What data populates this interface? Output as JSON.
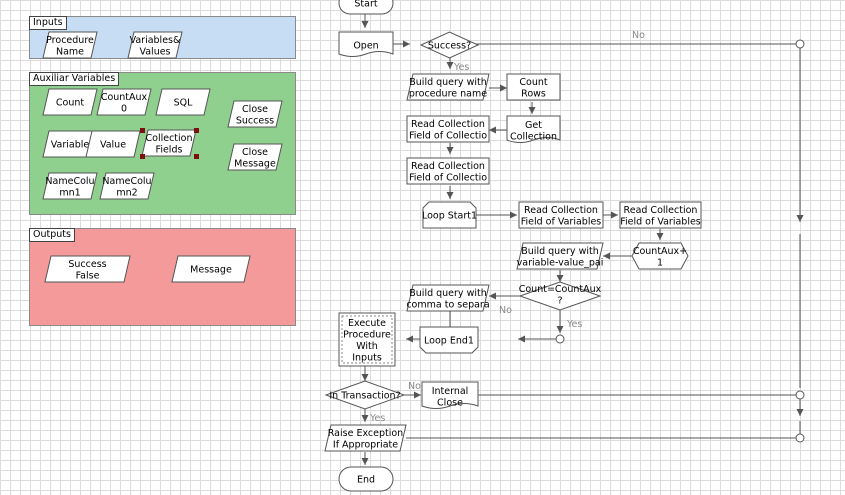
{
  "inputs": {
    "title": "Inputs",
    "items": [
      "Procedure\nName",
      "Variables&\nValues"
    ]
  },
  "aux": {
    "title": "Auxiliar Variables",
    "items": [
      "Count",
      "CountAux\n0",
      "SQL",
      "Close\nSuccess",
      "Variable",
      "Value",
      "Collection\nFields",
      "Close\nMessage",
      "NameColu\nmn1",
      "NameColu\nmn2"
    ]
  },
  "outputs": {
    "title": "Outputs",
    "items": [
      "Success\nFalse",
      "Message"
    ]
  },
  "flow": {
    "start": "Start",
    "open": "Open",
    "success_q": "Success?",
    "build_query_proc": "Build query with\nprocedure name",
    "count_rows": "Count\nRows",
    "read_coll_1": "Read Collection\nField  of Collectio",
    "get_collection": "Get\nCollection",
    "read_coll_2": "Read Collection\nField  of Collectio",
    "loop_start": "Loop Start1",
    "read_vars_1": "Read Collection\nField  of Variables",
    "read_vars_2": "Read Collection\nField   of Variables",
    "count_aux_inc": "CountAux+\n1",
    "build_query_pair": "Build query with\nvariable-value_pai",
    "count_eq": "Count=CountAux\n?",
    "build_query_comma": "Build query with\ncomma to separa",
    "loop_end": "Loop End1",
    "exec_proc": "Execute\nProcedure\nWith\nInputs",
    "in_transaction": "In Transaction?",
    "internal_close": "Internal\nClose",
    "raise_exception": "Raise Exception\nIf Appropriate",
    "end": "End",
    "label_yes": "Yes",
    "label_no": "No"
  },
  "colors": {
    "inputs_bg": "#c7ddf4",
    "aux_bg": "#8fd08f",
    "outputs_bg": "#f49a9a",
    "handle": "#7a1010"
  }
}
